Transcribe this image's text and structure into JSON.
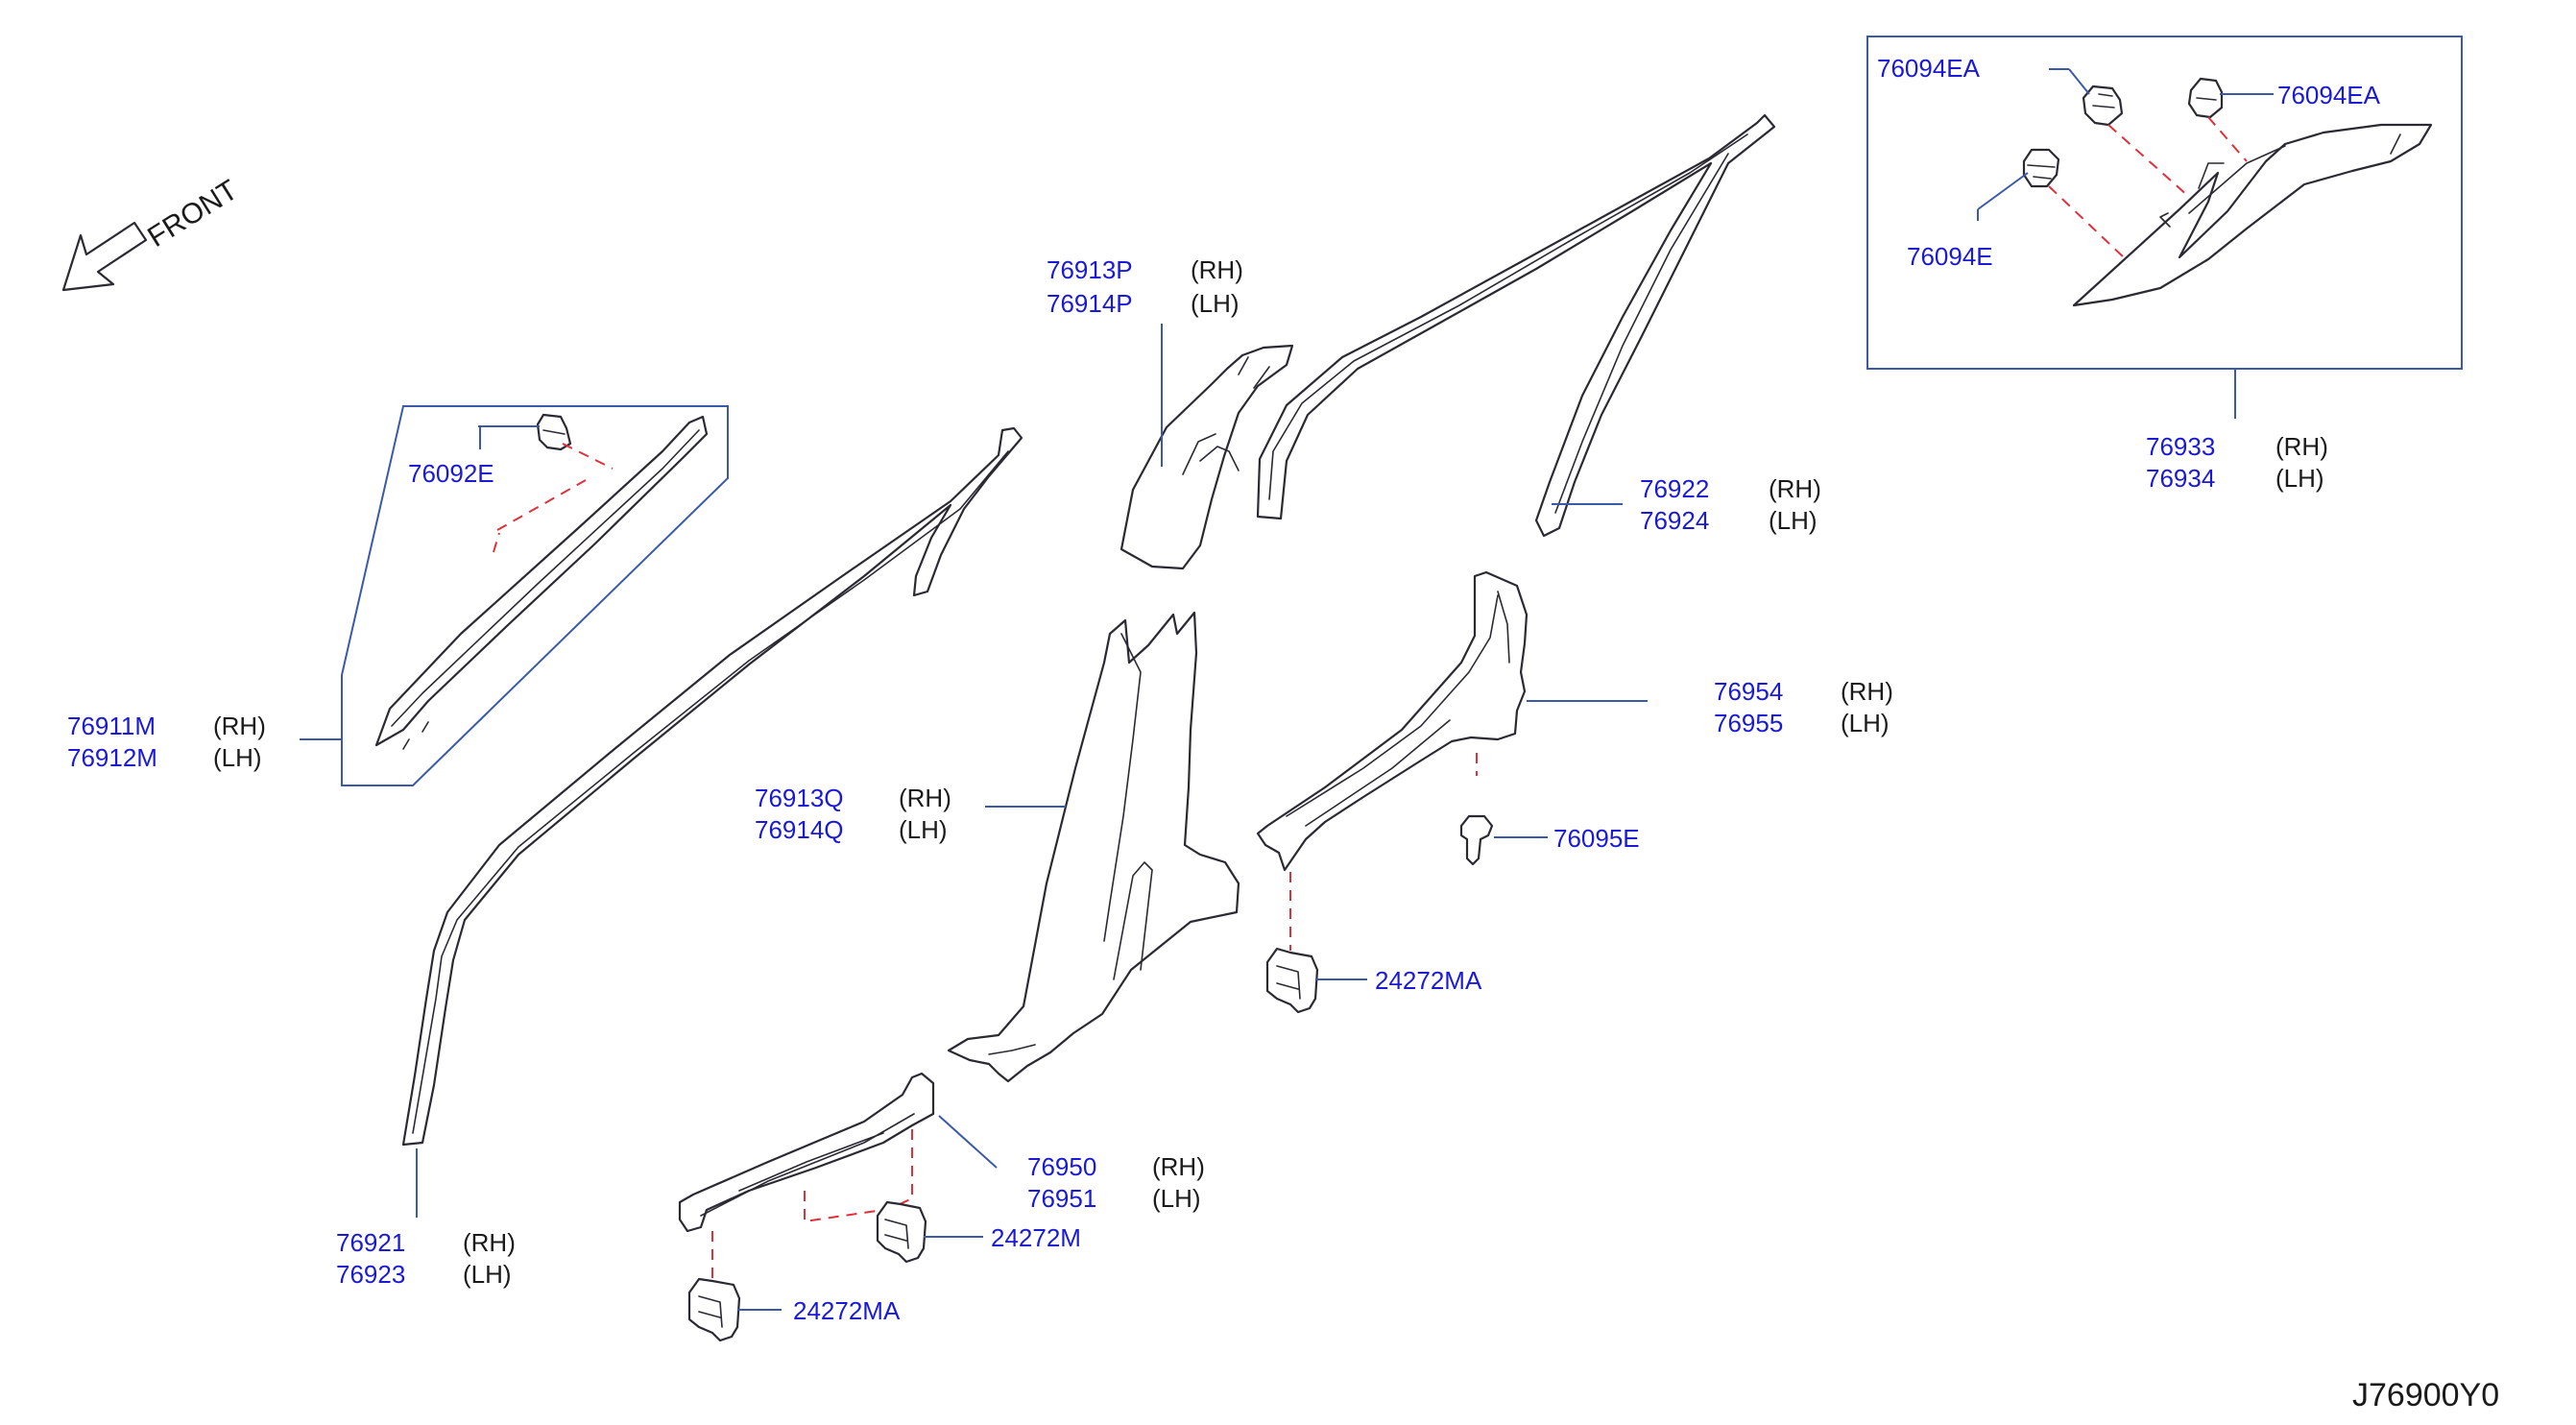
{
  "front_label": "FRONT",
  "diagram_code": "J76900Y0",
  "labels": {
    "p76913P": "76913P",
    "s76913P": "(RH)",
    "p76914P": "76914P",
    "s76914P": "(LH)",
    "p76922": "76922",
    "s76922": "(RH)",
    "p76924": "76924",
    "s76924": "(LH)",
    "p76933": "76933",
    "s76933": "(RH)",
    "p76934": "76934",
    "s76934": "(LH)",
    "p76094EA_a": "76094EA",
    "p76094EA_b": "76094EA",
    "p76094E": "76094E",
    "p76092E": "76092E",
    "p76911M": "76911M",
    "s76911M": "(RH)",
    "p76912M": "76912M",
    "s76912M": "(LH)",
    "p76913Q": "76913Q",
    "s76913Q": "(RH)",
    "p76914Q": "76914Q",
    "s76914Q": "(LH)",
    "p76954": "76954",
    "s76954": "(RH)",
    "p76955": "76955",
    "s76955": "(LH)",
    "p76095E": "76095E",
    "p24272MA_a": "24272MA",
    "p76950": "76950",
    "s76950": "(RH)",
    "p76951": "76951",
    "s76951": "(LH)",
    "p24272M": "24272M",
    "p76921": "76921",
    "s76921": "(RH)",
    "p76923": "76923",
    "s76923": "(LH)",
    "p24272MA_b": "24272MA"
  }
}
